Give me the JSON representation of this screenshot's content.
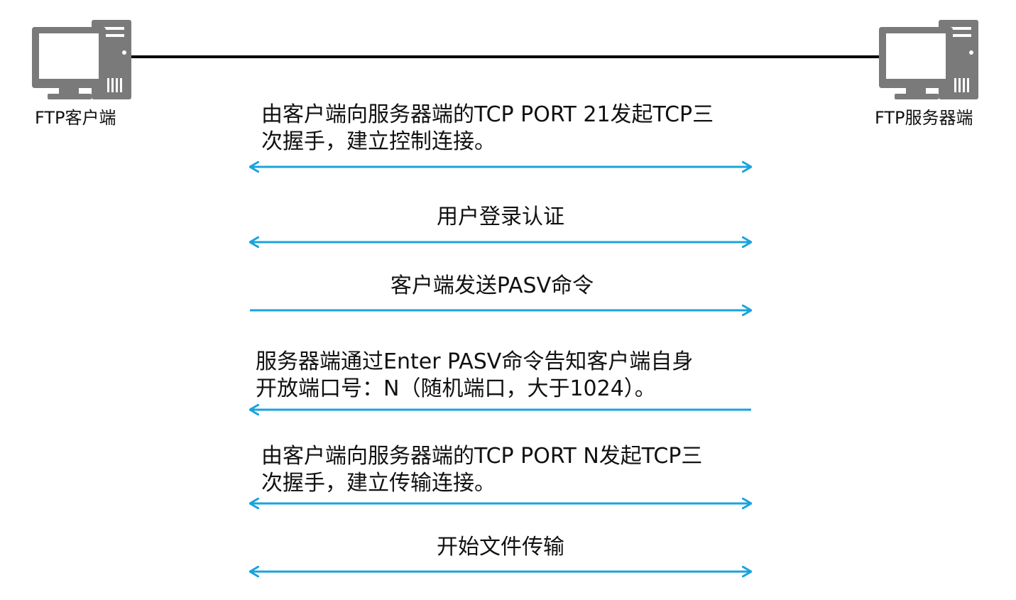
{
  "nodes": {
    "client": {
      "label": "FTP客户端",
      "icon": "computer-icon"
    },
    "server": {
      "label": "FTP服务器端",
      "icon": "computer-icon"
    }
  },
  "colors": {
    "arrow": "#1aa3dc",
    "icon": "#7a7a7a",
    "link": "#000000"
  },
  "steps": [
    {
      "text": "由客户端向服务器端的TCP PORT 21发起TCP三\n次握手，建立控制连接。",
      "direction": "both"
    },
    {
      "text": "用户登录认证",
      "direction": "both"
    },
    {
      "text": "客户端发送PASV命令",
      "direction": "right"
    },
    {
      "text": "服务器端通过Enter PASV命令告知客户端自身\n开放端口号：N（随机端口，大于1024）。",
      "direction": "left"
    },
    {
      "text": "由客户端向服务器端的TCP PORT N发起TCP三\n次握手，建立传输连接。",
      "direction": "both"
    },
    {
      "text": "开始文件传输",
      "direction": "both"
    }
  ]
}
